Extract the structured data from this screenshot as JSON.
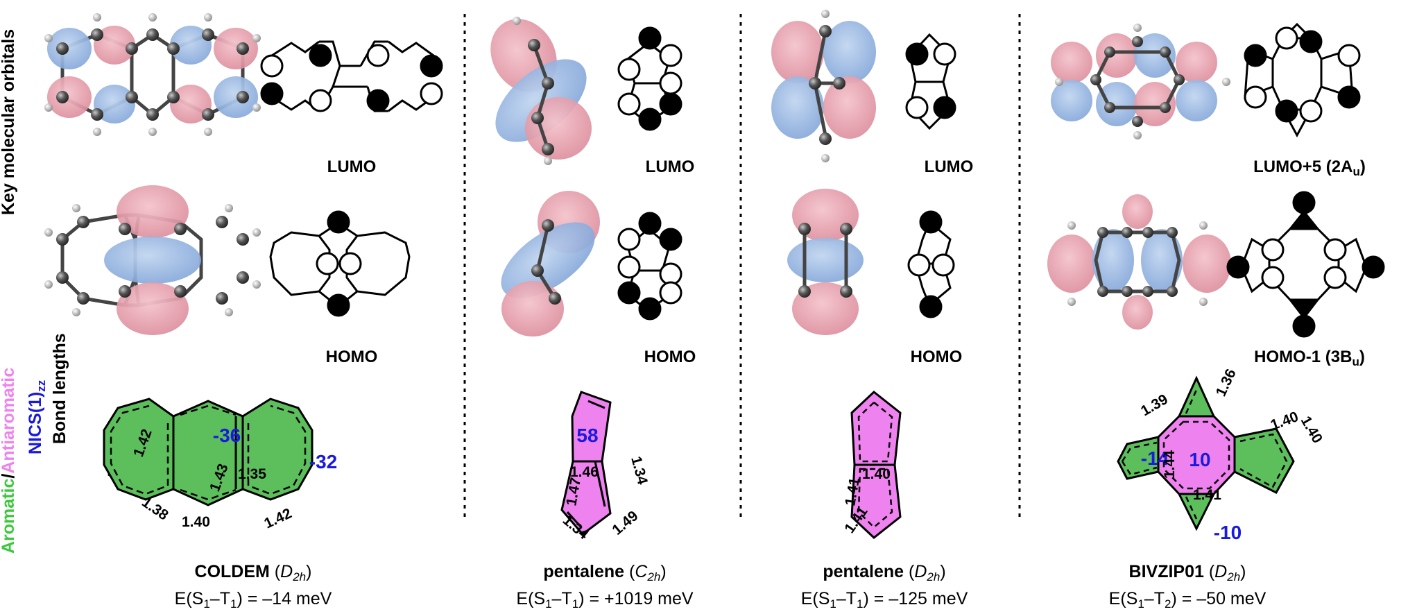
{
  "side_labels": {
    "orbitals": "Key molecular orbitals",
    "aromatic": "Aromatic",
    "slash": "/",
    "antiaromatic": "Antiaromatic",
    "nics_base": "NICS(1)",
    "nics_sub": "zz",
    "bond_lengths": "Bond lengths"
  },
  "colors": {
    "aromatic": "#3cc83c",
    "antiaromatic": "#ee82ee",
    "nics": "#1a1adc",
    "green_fill": "#5cbf5c",
    "magenta_fill": "#ee82ee",
    "lobe_red": "#e89aa8",
    "lobe_blue": "#8fb2e0"
  },
  "orbital_labels": {
    "c1_lumo": "LUMO",
    "c1_homo": "HOMO",
    "c2_lumo": "LUMO",
    "c2_homo": "HOMO",
    "c3_lumo": "LUMO",
    "c3_homo": "HOMO",
    "c4_lumo_base": "LUMO+5  (2A",
    "c4_lumo_sub": "u",
    "c4_lumo_end": ")",
    "c4_homo_base": "HOMO-1 (3B",
    "c4_homo_sub": "u",
    "c4_homo_end": ")"
  },
  "bond_lengths": {
    "c1": [
      "1.42",
      "1.38",
      "1.40",
      "1.43",
      "1.35",
      "1.42"
    ],
    "c2": [
      "1.47",
      "1.46",
      "1.34",
      "1.34",
      "1.49"
    ],
    "c3": [
      "1.41",
      "1.40",
      "1.41"
    ],
    "c4": [
      "1.36",
      "1.39",
      "1.40",
      "1.40",
      "1.44",
      "1.41"
    ]
  },
  "nics_values": {
    "c1": [
      "-36",
      "-32"
    ],
    "c2": [
      "58"
    ],
    "c4": [
      "-14",
      "10",
      "-10"
    ]
  },
  "captions": [
    {
      "name": "COLDEM",
      "sym": "D",
      "symsub": "2h",
      "energy_base": "E(S",
      "s1": "1",
      "mid": "–T",
      "t": "1",
      "value": ") = –14 meV"
    },
    {
      "name": "pentalene",
      "sym": "C",
      "symsub": "2h",
      "energy_base": "E(S",
      "s1": "1",
      "mid": "–T",
      "t": "1",
      "value": ") = +1019 meV"
    },
    {
      "name": "pentalene",
      "sym": "D",
      "symsub": "2h",
      "energy_base": "E(S",
      "s1": "1",
      "mid": "–T",
      "t": "1",
      "value": ") = –125 meV"
    },
    {
      "name": "BIVZIP01",
      "sym": "D",
      "symsub": "2h",
      "energy_base": "E(S",
      "s1": "1",
      "mid": "–T",
      "t": "2",
      "value": ") =  –50 meV"
    }
  ]
}
